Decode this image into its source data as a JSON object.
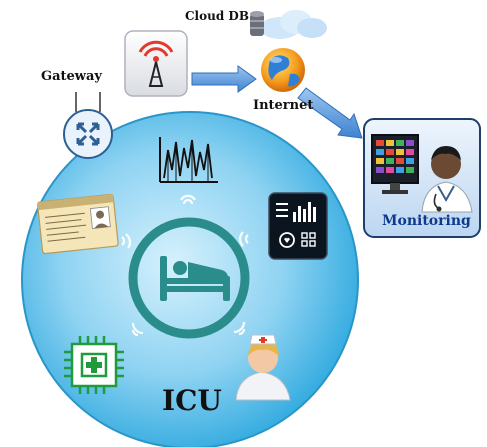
{
  "labels": {
    "cloud_db": "Cloud DB",
    "gateway": "Gateway",
    "internet": "Internet",
    "monitoring": "Monitoring",
    "icu": "ICU"
  },
  "colors": {
    "icu_circle": "#2aa7de",
    "icu_circle_light": "#c9ebfb",
    "arrow": "#4a90d9",
    "bed_icon": "#2b8c8c",
    "monitor_box_bg": "#d8e8f8",
    "monitoring_text": "#0d3a8a"
  },
  "icons": [
    "cloud-db-icon",
    "antenna-icon",
    "globe-icon",
    "router-icon",
    "ecg-chart-icon",
    "patient-card-icon",
    "tablet-monitor-icon",
    "patient-bed-icon",
    "chip-icon",
    "nurse-icon",
    "doctor-monitor-icon"
  ]
}
